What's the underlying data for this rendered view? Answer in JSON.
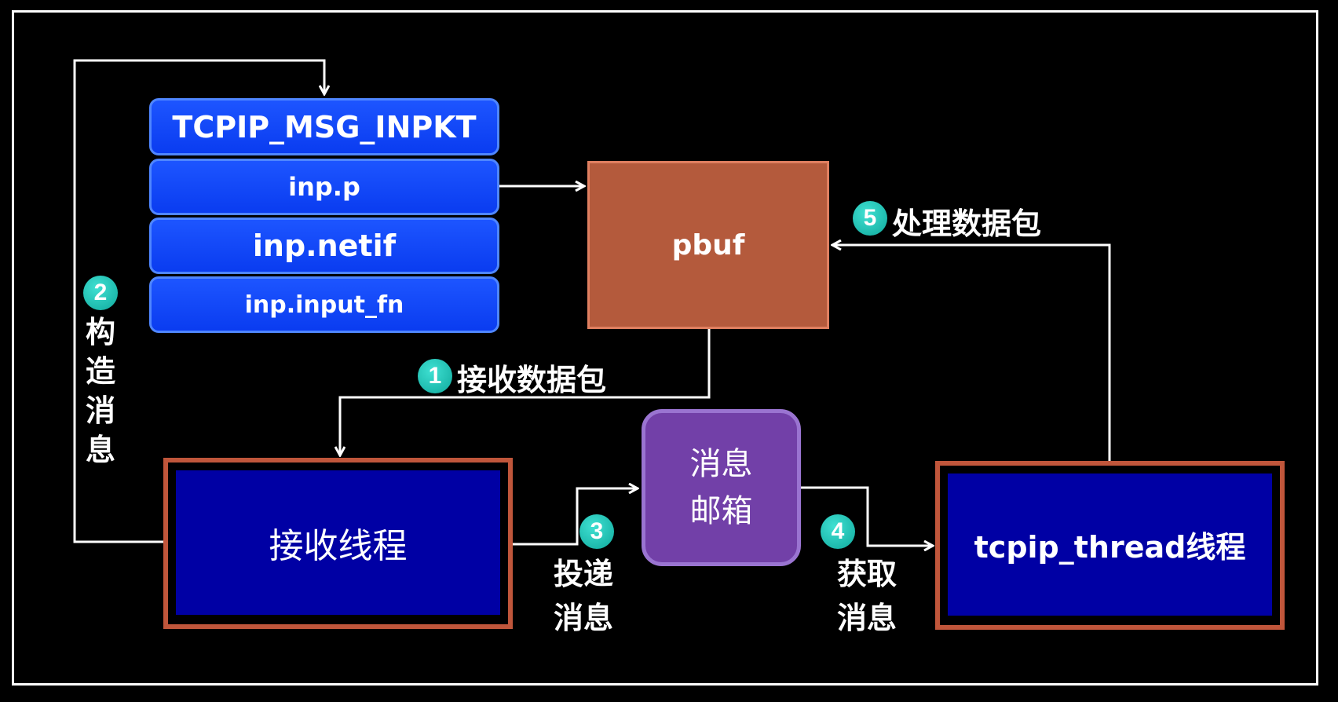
{
  "message_struct": {
    "header": "TCPIP_MSG_INPKT",
    "fields": [
      "inp.p",
      "inp.netif",
      "inp.input_fn"
    ]
  },
  "pbuf": {
    "label": "pbuf"
  },
  "mailbox": {
    "label": "消息邮箱"
  },
  "receive_thread": {
    "label": "接收线程"
  },
  "tcpip_thread": {
    "label": "tcpip_thread线程"
  },
  "steps": [
    {
      "number": "1",
      "label": "接收数据包"
    },
    {
      "number": "2",
      "label": "构造消息"
    },
    {
      "number": "3",
      "label": "投递消息"
    },
    {
      "number": "4",
      "label": "获取消息"
    },
    {
      "number": "5",
      "label": "处理数据包"
    }
  ],
  "colors": {
    "struct_blue": "#1d55ff",
    "pbuf_brown": "#b45a3c",
    "mailbox_purple": "#7240a8",
    "thread_navy": "#0000a4",
    "thread_border": "#c0563b",
    "badge_teal": "#14b3a5"
  }
}
